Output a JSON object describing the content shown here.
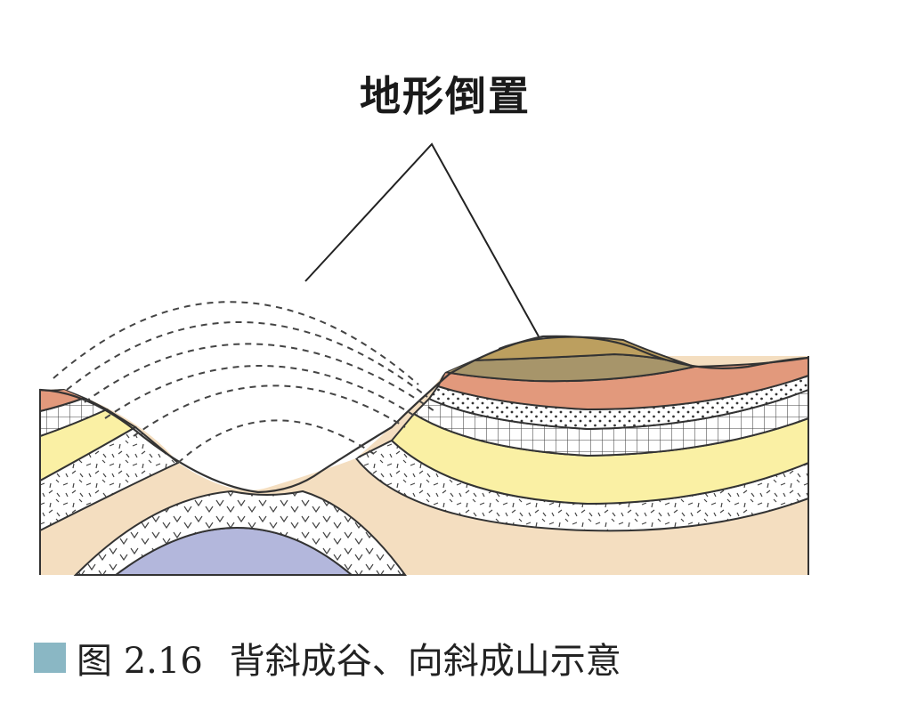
{
  "title": "地形倒置",
  "caption": {
    "number": "图 2.16",
    "text": "背斜成谷、向斜成山示意",
    "marker_color": "#8ab7c4"
  },
  "layer_colors": {
    "purple_core": "#b3b7dc",
    "tan": "#f4dec0",
    "white_patterned": "#ffffff",
    "yellow": "#faf0a4",
    "grid": "#ffffff",
    "dotted": "#ffffff",
    "salmon": "#e2997c",
    "olive": "#a7956a",
    "brown_cap": "#bc9f5f"
  }
}
